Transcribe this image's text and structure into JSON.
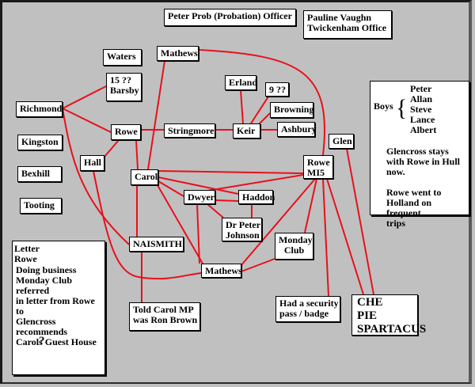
{
  "diagram": {
    "edge_color": "#e8101c",
    "background": "#c0c0c0",
    "nodes": {
      "peter_prob": "Peter Prob (Probation) Officer",
      "pauline_1": "Pauline Vaughn",
      "pauline_2": "Twickenham Office",
      "waters": "Waters",
      "mathews_top": "Mathews",
      "barsby_1": "15 ??",
      "barsby_2": "Barsby",
      "richmond": "Richmond",
      "erland": "Erland",
      "nine": "9 ??",
      "browning": "Browning",
      "ashbury": "Ashbury",
      "rowe": "Rowe",
      "stringmore": "Stringmore",
      "keir": "Keir",
      "kingston": "Kingston",
      "hall": "Hall",
      "bexhill": "Bexhill",
      "tooting": "Tooting",
      "glen": "Glen",
      "carol": "Carol",
      "rowe_mi5_1": "Rowe",
      "rowe_mi5_2": "MI5",
      "dwyer": "Dwyer",
      "haddon": "Haddon",
      "johnson_1": "Dr Peter",
      "johnson_2": "Johnson",
      "naismith": "NAISMITH",
      "monday_1": "Monday",
      "monday_2": "Club",
      "mathews_bottom": "Mathews",
      "told_1": "Told Carol MP",
      "told_2": "was Ron Brown",
      "pass_1": "Had a security",
      "pass_2": "pass /  badge",
      "che_1": "CHE",
      "che_2": "PIE",
      "che_3": "SPARTACUS"
    },
    "boys_note": {
      "label": "Boys",
      "brace": "{",
      "names": [
        "Peter",
        "Allan",
        "Steve",
        "Lance",
        "Albert"
      ],
      "para1": [
        "Glencross stays",
        "with Rowe in Hull",
        "now."
      ],
      "para2": [
        "Rowe went to",
        "Holland on frequent",
        "trips"
      ]
    },
    "letter_note": {
      "title": [
        "Letter",
        "Rowe"
      ],
      "body": [
        "Doing business",
        "Monday Club referred",
        "in letter from Rowe to",
        "Glencross recommends",
        "Carols Guest House"
      ],
      "mark": "?"
    },
    "edges": [
      [
        "richmond",
        "barsby"
      ],
      [
        "richmond",
        "rowe"
      ],
      [
        "richmond",
        "naismith"
      ],
      [
        "rowe",
        "stringmore"
      ],
      [
        "rowe",
        "hall"
      ],
      [
        "rowe",
        "carol"
      ],
      [
        "stringmore",
        "keir"
      ],
      [
        "keir",
        "erland"
      ],
      [
        "keir",
        "nine"
      ],
      [
        "keir",
        "browning"
      ],
      [
        "keir",
        "ashbury"
      ],
      [
        "mathews_top",
        "carol"
      ],
      [
        "mathews_top",
        "rowe_mi5"
      ],
      [
        "carol",
        "rowe_mi5"
      ],
      [
        "carol",
        "haddon"
      ],
      [
        "carol",
        "dwyer"
      ],
      [
        "carol",
        "naismith"
      ],
      [
        "carol",
        "mathews_bottom"
      ],
      [
        "dwyer",
        "rowe_mi5"
      ],
      [
        "dwyer",
        "haddon"
      ],
      [
        "dwyer",
        "johnson"
      ],
      [
        "dwyer",
        "mathews_bottom"
      ],
      [
        "haddon",
        "johnson"
      ],
      [
        "rowe_mi5",
        "monday"
      ],
      [
        "rowe_mi5",
        "mathews_bottom"
      ],
      [
        "rowe_mi5",
        "pass"
      ],
      [
        "rowe_mi5",
        "che"
      ],
      [
        "glen",
        "che"
      ],
      [
        "monday",
        "mathews_bottom"
      ],
      [
        "hall",
        "mathews_bottom"
      ],
      [
        "naismith",
        "told"
      ]
    ]
  }
}
